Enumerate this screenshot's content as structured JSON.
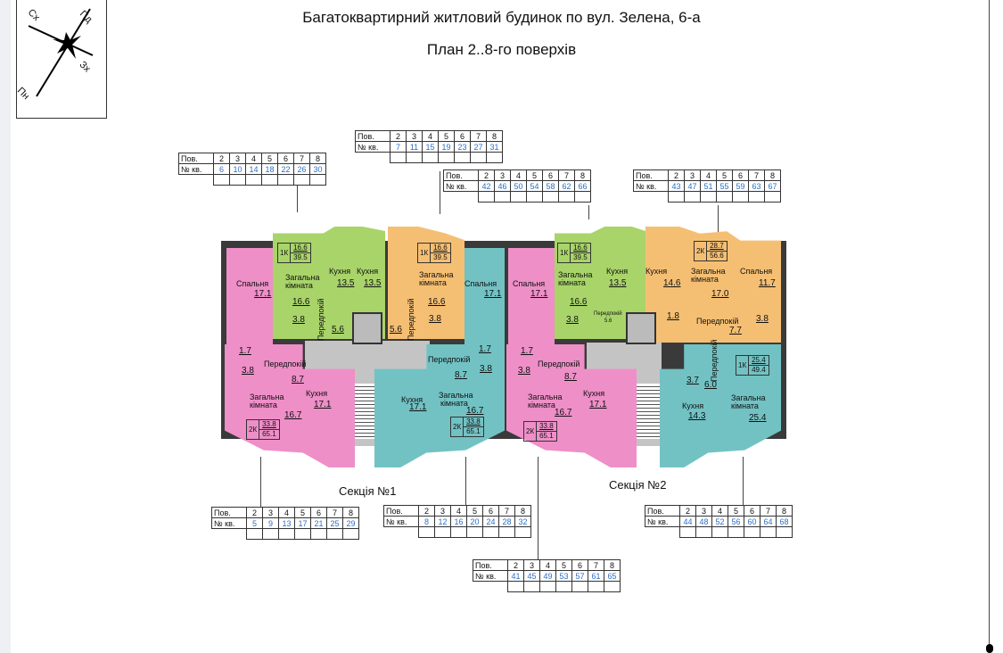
{
  "title": "Багатоквартирний житловий будинок по вул. Зелена, 6-а",
  "subtitle": "План 2..8-го поверхів",
  "compass": {
    "nw": "Сх",
    "ne": "Пд",
    "se": "Зх",
    "sw": "Пн"
  },
  "colors": {
    "pink": "#ee8fc8",
    "green": "#a9d46a",
    "orange": "#f5bf73",
    "teal": "#72c2c4",
    "corridor": "#c4c4c4",
    "wall": "#3a3a3a",
    "link": "#2a6fc9"
  },
  "tables": [
    {
      "id": "t1",
      "floor_label": "Пов.",
      "apt_label": "№ кв.",
      "floors": [
        "2",
        "3",
        "4",
        "5",
        "6",
        "7",
        "8"
      ],
      "apts": [
        "6",
        "10",
        "14",
        "18",
        "22",
        "26",
        "30"
      ]
    },
    {
      "id": "t2",
      "floor_label": "Пов.",
      "apt_label": "№ кв.",
      "floors": [
        "2",
        "3",
        "4",
        "5",
        "6",
        "7",
        "8"
      ],
      "apts": [
        "7",
        "11",
        "15",
        "19",
        "23",
        "27",
        "31"
      ]
    },
    {
      "id": "t3",
      "floor_label": "Пов.",
      "apt_label": "№ кв.",
      "floors": [
        "2",
        "3",
        "4",
        "5",
        "6",
        "7",
        "8"
      ],
      "apts": [
        "42",
        "46",
        "50",
        "54",
        "58",
        "62",
        "66"
      ]
    },
    {
      "id": "t4",
      "floor_label": "Пов.",
      "apt_label": "№ кв.",
      "floors": [
        "2",
        "3",
        "4",
        "5",
        "6",
        "7",
        "8"
      ],
      "apts": [
        "43",
        "47",
        "51",
        "55",
        "59",
        "63",
        "67"
      ]
    },
    {
      "id": "t5",
      "floor_label": "Пов.",
      "apt_label": "№ кв.",
      "floors": [
        "2",
        "3",
        "4",
        "5",
        "6",
        "7",
        "8"
      ],
      "apts": [
        "5",
        "9",
        "13",
        "17",
        "21",
        "25",
        "29"
      ]
    },
    {
      "id": "t6",
      "floor_label": "Пов.",
      "apt_label": "№ кв.",
      "floors": [
        "2",
        "3",
        "4",
        "5",
        "6",
        "7",
        "8"
      ],
      "apts": [
        "8",
        "12",
        "16",
        "20",
        "24",
        "28",
        "32"
      ]
    },
    {
      "id": "t7",
      "floor_label": "Пов.",
      "apt_label": "№ кв.",
      "floors": [
        "2",
        "3",
        "4",
        "5",
        "6",
        "7",
        "8"
      ],
      "apts": [
        "44",
        "48",
        "52",
        "56",
        "60",
        "64",
        "68"
      ]
    },
    {
      "id": "t8",
      "floor_label": "Пов.",
      "apt_label": "№ кв.",
      "floors": [
        "2",
        "3",
        "4",
        "5",
        "6",
        "7",
        "8"
      ],
      "apts": [
        "41",
        "45",
        "49",
        "53",
        "57",
        "61",
        "65"
      ]
    }
  ],
  "sections": [
    "Секція №1",
    "Секція №2"
  ],
  "labels": {
    "bedroom": "Спальня",
    "living1": "Загальна",
    "living2": "кімната",
    "kitchen": "Кухня",
    "hall": "Передпокій"
  },
  "s1": {
    "pink_top": {
      "bedroom": "17.1"
    },
    "green": {
      "rooms": "1К",
      "living": "16.6",
      "total": "39.5",
      "living_area": "16.6",
      "kitchen": "13.5",
      "bath": "3.8",
      "hall": "5.6"
    },
    "orange": {
      "rooms": "1К",
      "living": "16.6",
      "total": "39.5",
      "living_area": "16.6",
      "kitchen": "13.5",
      "bath": "3.8",
      "hall": "5.6"
    },
    "teal_top": {
      "bedroom": "17.1"
    },
    "pink": {
      "wc": "1.7",
      "bath": "3.8",
      "hall": "8.7",
      "living_area": "16.7",
      "kitchen": "17.1",
      "rooms": "2К",
      "living": "33.8",
      "total": "65.1"
    },
    "teal": {
      "wc": "1.7",
      "bath": "3.8",
      "hall": "8.7",
      "living_area": "16.7",
      "kitchen": "17.1",
      "rooms": "2К",
      "living": "33.8",
      "total": "65.1"
    }
  },
  "s2": {
    "pink_top": {
      "bedroom": "17.1"
    },
    "green": {
      "rooms": "1К",
      "living": "16.6",
      "total": "39.5",
      "living_area": "16.6",
      "kitchen": "13.5",
      "bath": "3.8",
      "hall": "5.6"
    },
    "orange": {
      "rooms": "2К",
      "living": "28.7",
      "total": "56.6",
      "living_area": "17.0",
      "kitchen": "14.6",
      "bedroom": "11.7",
      "wc": "1.8",
      "hall": "7.7",
      "bath": "3.8"
    },
    "pink": {
      "wc": "1.7",
      "bath": "3.8",
      "hall": "8.7",
      "living_area": "16.7",
      "kitchen": "17.1",
      "rooms": "2К",
      "living": "33.8",
      "total": "65.1"
    },
    "teal": {
      "rooms": "1К",
      "living": "25.4",
      "total": "49.4",
      "bath": "3.7",
      "hall": "6.0",
      "kitchen": "14.3",
      "living_area": "25.4"
    }
  }
}
